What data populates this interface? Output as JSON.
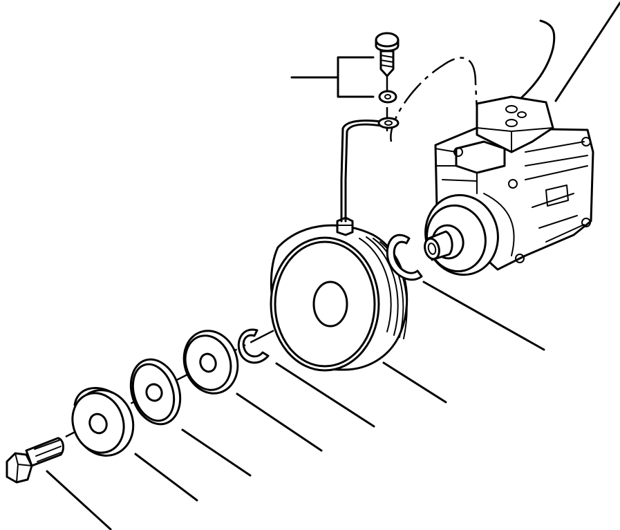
{
  "diagram": {
    "type": "exploded-parts-view",
    "background": "#ffffff",
    "line_color": "#000000",
    "parts": [
      {
        "id": "flange-bolt"
      },
      {
        "id": "thick-washer"
      },
      {
        "id": "shim-washer-1"
      },
      {
        "id": "shim-washer-2"
      },
      {
        "id": "snap-ring-front"
      },
      {
        "id": "clutch-pulley"
      },
      {
        "id": "snap-ring-rear"
      },
      {
        "id": "compressor"
      },
      {
        "id": "ground-screw"
      },
      {
        "id": "ground-lock-washer"
      },
      {
        "id": "ground-wire-terminal"
      }
    ]
  }
}
